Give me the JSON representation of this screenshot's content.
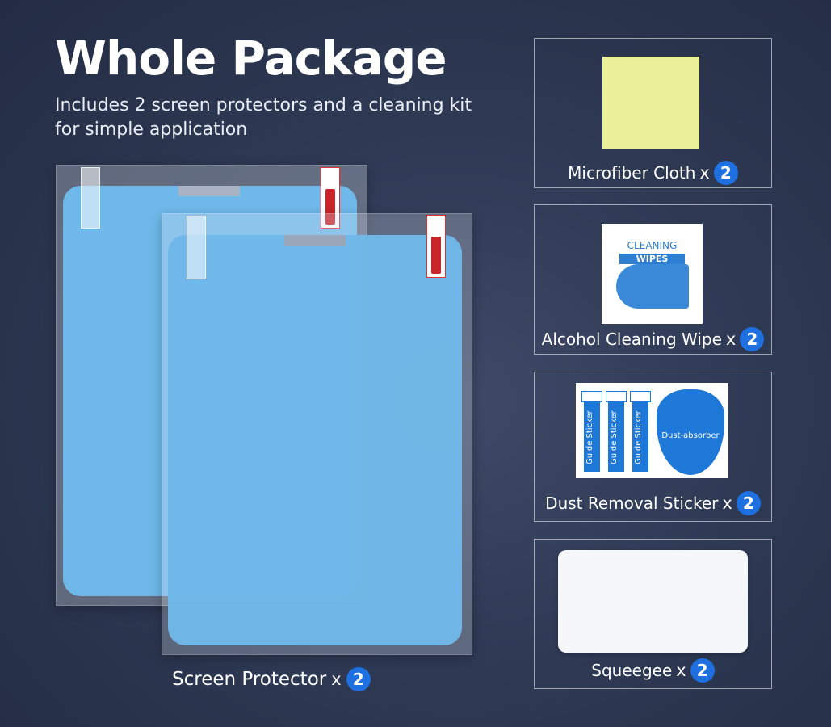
{
  "header": {
    "title": "Whole Package",
    "subtitle": "Includes 2 screen protectors and a cleaning kit for simple application"
  },
  "screen_protector": {
    "label": "Screen Protector",
    "x": "x",
    "count": "2"
  },
  "items": [
    {
      "label": "Microfiber Cloth",
      "x": "x",
      "count": "2"
    },
    {
      "label": "Alcohol Cleaning Wipe",
      "x": "x",
      "count": "2"
    },
    {
      "label": "Dust Removal Sticker",
      "x": "x",
      "count": "2"
    },
    {
      "label": "Squeegee",
      "x": "x",
      "count": "2"
    }
  ],
  "wipe_pack": {
    "title": "CLEANING",
    "subtitle": "WIPES"
  },
  "sticker_sheet": {
    "guide_label": "Guide Sticker",
    "dust_label": "Dust-absorber"
  },
  "colors": {
    "badge": "#1e6fe0",
    "film_blue": "#70b8e8",
    "background": "#2f3a55"
  }
}
